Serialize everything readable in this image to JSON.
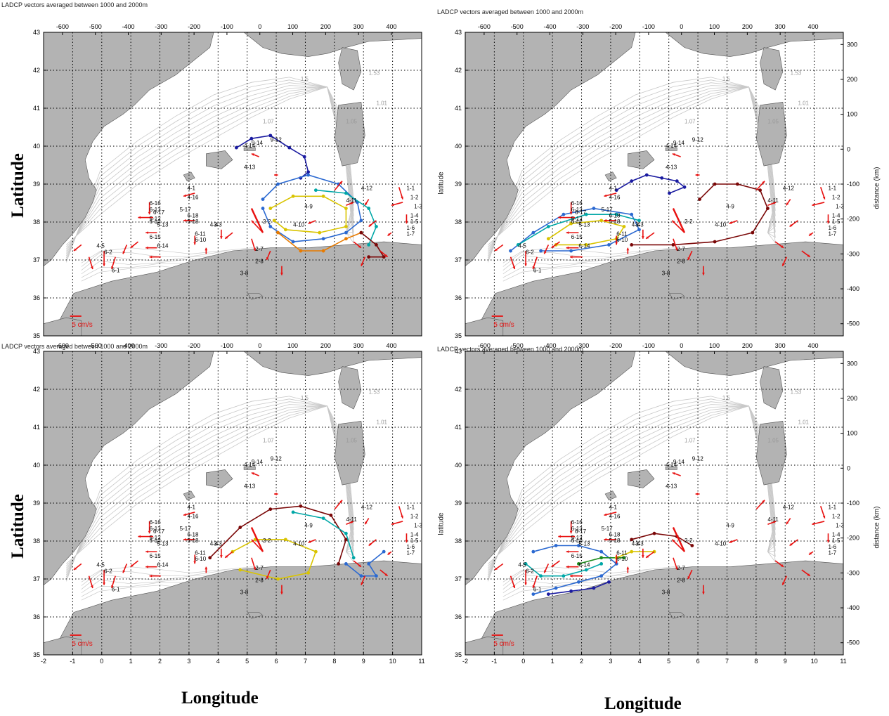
{
  "panel_title": "LADCP vectors averaged between 1000 and 2000m",
  "axis_labels": {
    "latitude_bold": "Latitude",
    "longitude_bold": "Longitude",
    "latitude_small": "latitude",
    "distance_km": "distance (km)"
  },
  "scale_label": "5 cm/s",
  "ticks": {
    "lon": [
      "-2",
      "-1",
      "0",
      "1",
      "2",
      "3",
      "4",
      "5",
      "6",
      "7",
      "8",
      "9",
      "10",
      "11"
    ],
    "lat": [
      "35",
      "36",
      "37",
      "38",
      "39",
      "40",
      "41",
      "42",
      "43"
    ],
    "top_km": [
      "-600",
      "-500",
      "-400",
      "-300",
      "-200",
      "-100",
      "0",
      "100",
      "200",
      "300",
      "400"
    ],
    "right_km": [
      "300",
      "200",
      "100",
      "0",
      "-100",
      "-200",
      "-300",
      "-400",
      "-500"
    ]
  },
  "contour_labels": [
    "1.5",
    "1.07",
    "1.53",
    "1.05",
    "1.01"
  ],
  "station_labels": [
    "1-1",
    "1-2",
    "1-3",
    "1-4",
    "1-5",
    "1-6",
    "1-7",
    "2-2",
    "2-7",
    "2-8",
    "3-3",
    "3-8",
    "4-1",
    "4-4",
    "4-5",
    "4-9",
    "4-10",
    "4-11",
    "4-12",
    "4-13",
    "4-14",
    "4-16",
    "5-12",
    "5-13",
    "5-17",
    "5-18",
    "6-1",
    "6-2",
    "6-10",
    "6-11",
    "6-12",
    "6-13",
    "6-14",
    "6-15",
    "6-16",
    "6-17",
    "6-18",
    "9-12",
    "9-14"
  ],
  "colors": {
    "land": "#b3b3b3",
    "sea": "#ffffff",
    "vector": "#e8100f",
    "contour": "#c8c8c8",
    "track_dark_blue": "#1a1ba0",
    "track_blue": "#2b69d1",
    "track_cyan": "#00a7a7",
    "track_yellow": "#d9c400",
    "track_orange": "#e87b00",
    "track_dark_red": "#7a0707",
    "track_green": "#1c8c1c"
  }
}
